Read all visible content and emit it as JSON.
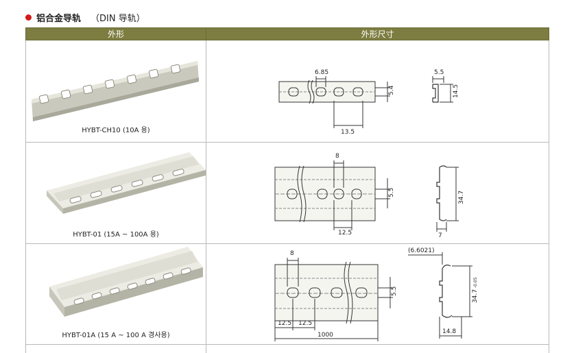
{
  "section": {
    "title": "铝合金导轨",
    "subtitle": "（DIN 导轨）"
  },
  "table": {
    "headers": {
      "appearance": "外形",
      "dimensions": "外形尺寸"
    },
    "rows": [
      {
        "model": "HYBT-CH10 (10A 용)",
        "dims": {
          "pitch": "6.85",
          "hole_h": "5.4",
          "width_top": "5.5",
          "height": "14.5",
          "spacing": "13.5"
        }
      },
      {
        "model": "HYBT-01 (15A ~ 100A 용)",
        "dims": {
          "pitch": "8",
          "hole_h": "5.5",
          "height": "34.7",
          "spacing": "12.5",
          "flange": "7"
        }
      },
      {
        "model": "HYBT-01A (15 A ~ 100 A 경사용)",
        "dims": {
          "pitch": "8",
          "hole_h": "5.5",
          "top": "(6.6021)",
          "height": "34.7",
          "tol": "-0.05",
          "spacing_a": "12.5",
          "spacing_b": "12.5",
          "length": "1000",
          "width": "14.8"
        }
      }
    ]
  },
  "colors": {
    "header_bg": "#7d7d41",
    "bullet": "#d41a1a",
    "rail": "#d9d9cf"
  }
}
